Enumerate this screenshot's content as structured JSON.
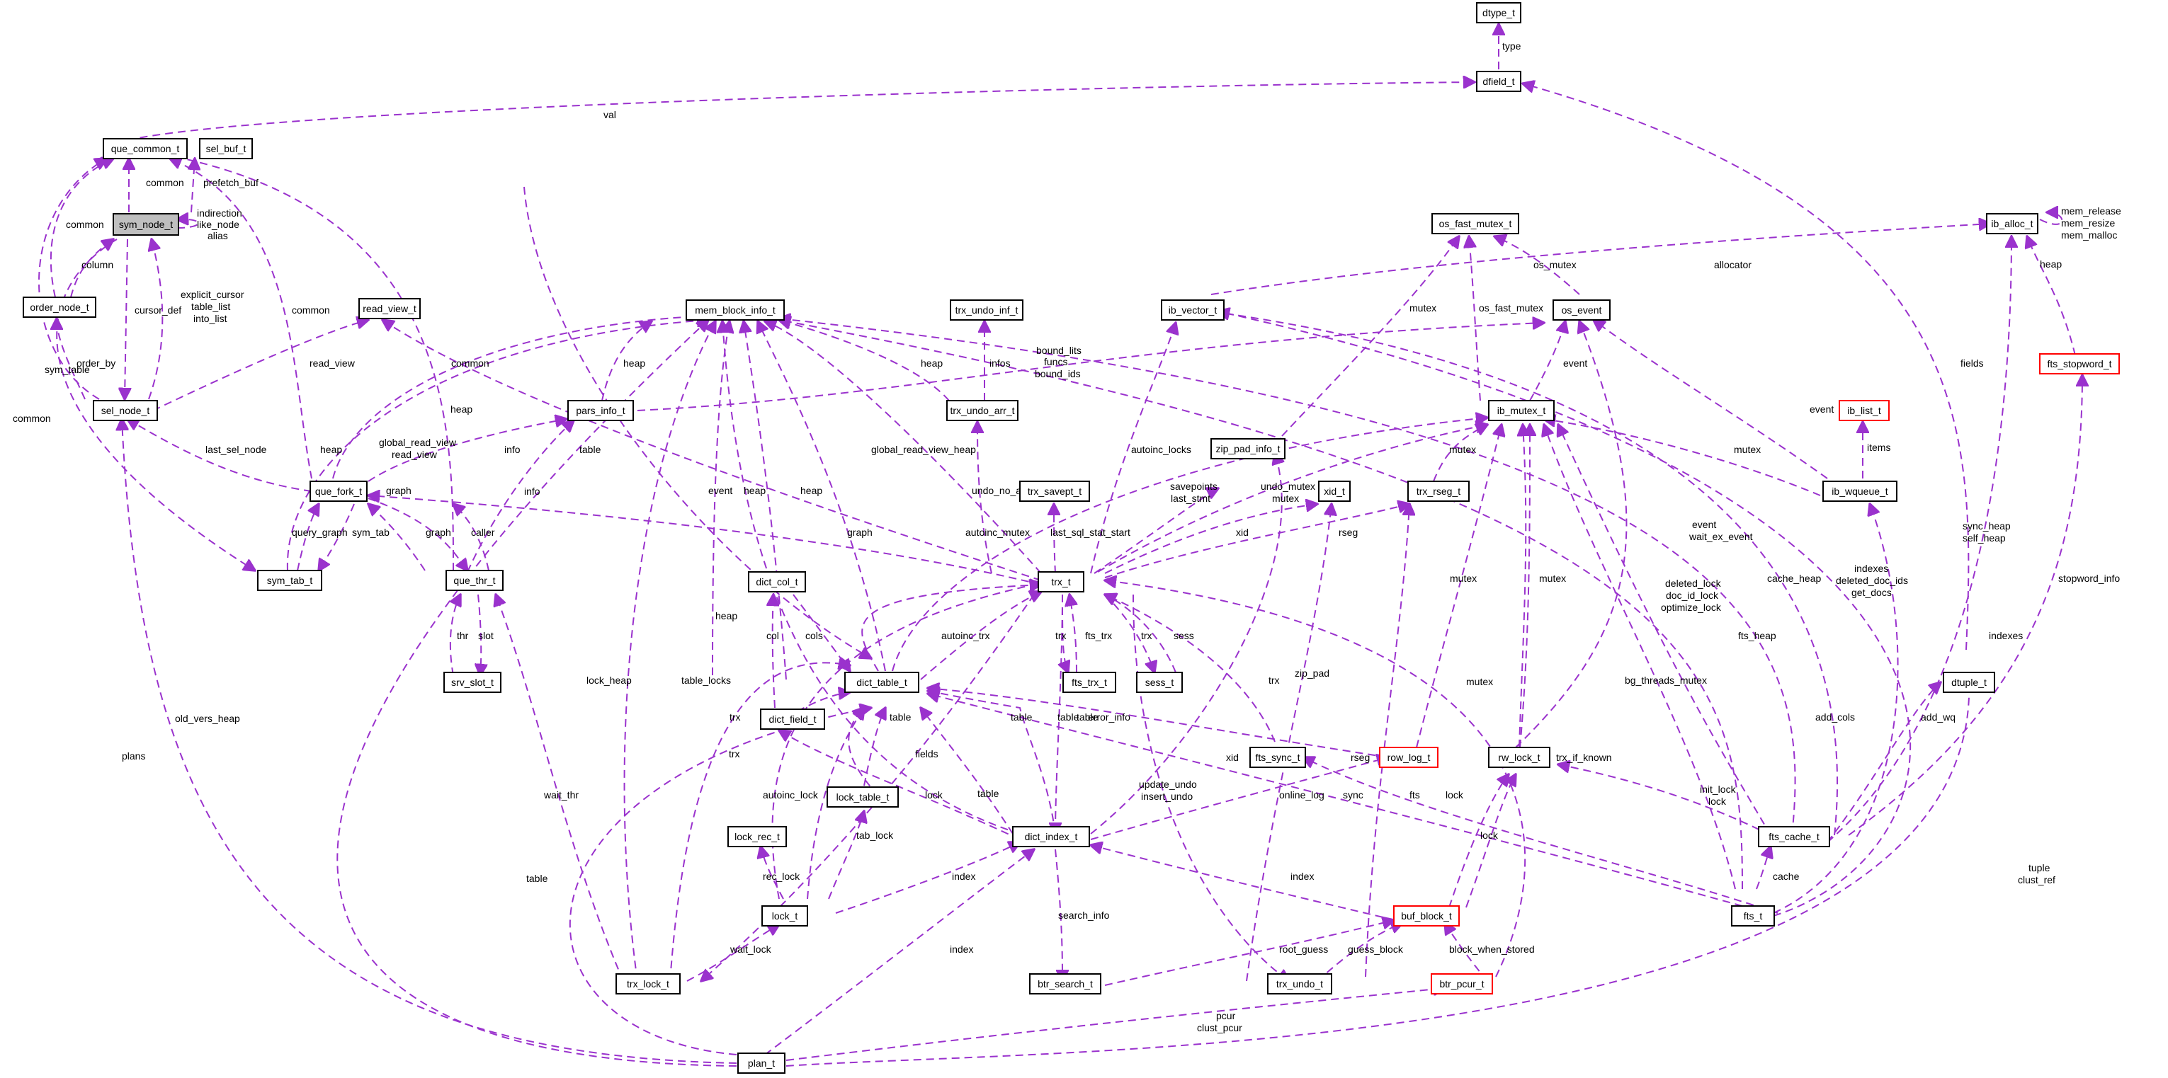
{
  "diagram": {
    "colors": {
      "edge": "#9a32cd",
      "node_border": "#000000",
      "node_border_incomplete": "#ff0000",
      "focus_node_fill": "#bfbfbf",
      "background": "#ffffff"
    },
    "nodes": {
      "dtype": "dtype_t",
      "dfield": "dfield_t",
      "que_common": "que_common_t",
      "sel_buf": "sel_buf_t",
      "sym_node": "sym_node_t",
      "order_node": "order_node_t",
      "sel_node": "sel_node_t",
      "read_view": "read_view_t",
      "mem_block_info": "mem_block_info_t",
      "trx_undo_inf": "trx_undo_inf_t",
      "ib_vector": "ib_vector_t",
      "os_event": "os_event",
      "os_fast_mutex": "os_fast_mutex_t",
      "ib_alloc": "ib_alloc_t",
      "fts_stopword": "fts_stopword_t",
      "ib_list": "ib_list_t",
      "ib_mutex": "ib_mutex_t",
      "pars_info": "pars_info_t",
      "trx_undo_arr": "trx_undo_arr_t",
      "zip_pad_info": "zip_pad_info_t",
      "que_fork": "que_fork_t",
      "trx_savept": "trx_savept_t",
      "xid": "xid_t",
      "trx_rseg": "trx_rseg_t",
      "ib_wqueue": "ib_wqueue_t",
      "sym_tab": "sym_tab_t",
      "que_thr": "que_thr_t",
      "trx": "trx_t",
      "dict_col": "dict_col_t",
      "srv_slot": "srv_slot_t",
      "dict_table": "dict_table_t",
      "fts_trx": "fts_trx_t",
      "sess": "sess_t",
      "dtuple": "dtuple_t",
      "dict_field": "dict_field_t",
      "row_log": "row_log_t",
      "fts_sync": "fts_sync_t",
      "rw_lock": "rw_lock_t",
      "lock_table": "lock_table_t",
      "lock_rec": "lock_rec_t",
      "dict_index": "dict_index_t",
      "fts_cache": "fts_cache_t",
      "lock": "lock_t",
      "buf_block": "buf_block_t",
      "fts": "fts_t",
      "trx_lock": "trx_lock_t",
      "btr_search": "btr_search_t",
      "trx_undo": "trx_undo_t",
      "btr_pcur": "btr_pcur_t",
      "plan": "plan_t"
    },
    "edge_labels": {
      "type": "type",
      "val": "val",
      "fields": "fields",
      "common_qc_sym": "common",
      "prefetch_buf": "prefetch_buf",
      "sym_node_self": [
        "indirection",
        "like_node",
        "alias"
      ],
      "common_order": "common",
      "column": "column",
      "cursor_def": "cursor_def",
      "explicit_cursor": [
        "explicit_cursor",
        "table_list",
        "into_list"
      ],
      "order_by": "order_by",
      "common_sel": "common",
      "sym_table": "sym_table",
      "read_view_sel": "read_view",
      "common_fork": "common",
      "common_thr": "common",
      "heap_pars": "heap",
      "bound_lits": [
        "bound_lits",
        "funcs",
        "bound_ids"
      ],
      "heap_undo": "heap",
      "infos": "infos",
      "mutex_fast": "mutex",
      "os_fast_mutex": "os_fast_mutex",
      "os_mutex": "os_mutex",
      "allocator": "allocator",
      "ib_alloc_self": [
        "mem_release",
        "mem_resize",
        "mem_malloc"
      ],
      "heap_stop": "heap",
      "event_wq": "event",
      "items": "items",
      "event_mutex": "event",
      "mutex_wq": "mutex",
      "mutex_rseg": "mutex",
      "heap_fork": "heap",
      "heap_symtab": "heap",
      "last_sel_node": "last_sel_node",
      "global_read_view": [
        "global_read_view",
        "read_view"
      ],
      "info_fork": "info",
      "info_thr": "info",
      "table_sym": "table",
      "graph_fork": "graph",
      "query_graph": "query_graph",
      "sym_tab": "sym_tab",
      "graph_thr": "graph",
      "caller": "caller",
      "thr": "thr",
      "slot": "slot",
      "global_read_view_heap": "global_read_view_heap",
      "event_trx": "event",
      "heap_trx1": "heap",
      "heap_trx2": "heap",
      "undo_no_arr": "undo_no_arr",
      "autoinc_locks": "autoinc_locks",
      "savepoints": [
        "savepoints",
        "last_stmt"
      ],
      "undo_mutex": [
        "undo_mutex",
        "mutex"
      ],
      "xid": "xid",
      "rseg": "rseg",
      "last_sql_stat_start": "last_sql_stat_start",
      "graph_trx": "graph",
      "autoinc_mutex": "autoinc_mutex",
      "trx_table": "trx",
      "col": "col",
      "cols": "cols",
      "autoinc_trx": "autoinc_trx",
      "trx_fts": "trx",
      "fts_trx": "fts_trx",
      "trx_sess": "trx",
      "sess": "sess",
      "trx_lock": "trx",
      "heap_index": "heap",
      "table_locks": "table_locks",
      "lock_heap": "lock_heap",
      "table_dfield": "table",
      "table_rowlog": "table",
      "table_index": "table",
      "error_info": "error_info",
      "table_locktable": "table",
      "fields_index": "fields",
      "table_index2": "table",
      "zip_pad": "zip_pad",
      "trx_sync": "trx",
      "trx_if_known": "trx_if_known",
      "mutex_rw": "mutex",
      "mutex_rowlog": "mutex",
      "mutex_rw2": "mutex",
      "bg_threads_mutex": "bg_threads_mutex",
      "deleted_lock": [
        "deleted_lock",
        "doc_id_lock",
        "optimize_lock"
      ],
      "event_wait": [
        "event",
        "wait_ex_event"
      ],
      "fts_heap": "fts_heap",
      "cache_heap": "cache_heap",
      "indexes_fts": [
        "indexes",
        "deleted_doc_ids",
        "get_docs"
      ],
      "indexes": "indexes",
      "sync_heap": [
        "sync_heap",
        "self_heap"
      ],
      "stopword_info": "stopword_info",
      "add_cols": "add_cols",
      "add_wq": "add_wq",
      "init_lock": [
        "init_lock",
        "lock"
      ],
      "trx_lockt": "trx",
      "autoinc_lock": "autoinc_lock",
      "lock_dindex": "lock",
      "tab_lock": "tab_lock",
      "rec_lock": "rec_lock",
      "online_log": "online_log",
      "rseg_undo": "rseg",
      "sync": "sync",
      "fts": "fts",
      "lock_rw": "lock",
      "lock_rw2": "lock",
      "update_undo": [
        "update_undo",
        "insert_undo"
      ],
      "xid_undo": "xid",
      "index_lock": "index",
      "index_buf": "index",
      "cache": "cache",
      "wait_thr": "wait_thr",
      "wait_lock": "wait_lock",
      "search_info": "search_info",
      "root_guess": "root_guess",
      "guess_block": "guess_block",
      "block_when_stored": "block_when_stored",
      "tuple": [
        "tuple",
        "clust_ref"
      ],
      "index_plan": "index",
      "pcur": [
        "pcur",
        "clust_pcur"
      ],
      "table_plan": "table",
      "old_vers_heap": "old_vers_heap",
      "plans": "plans"
    }
  }
}
